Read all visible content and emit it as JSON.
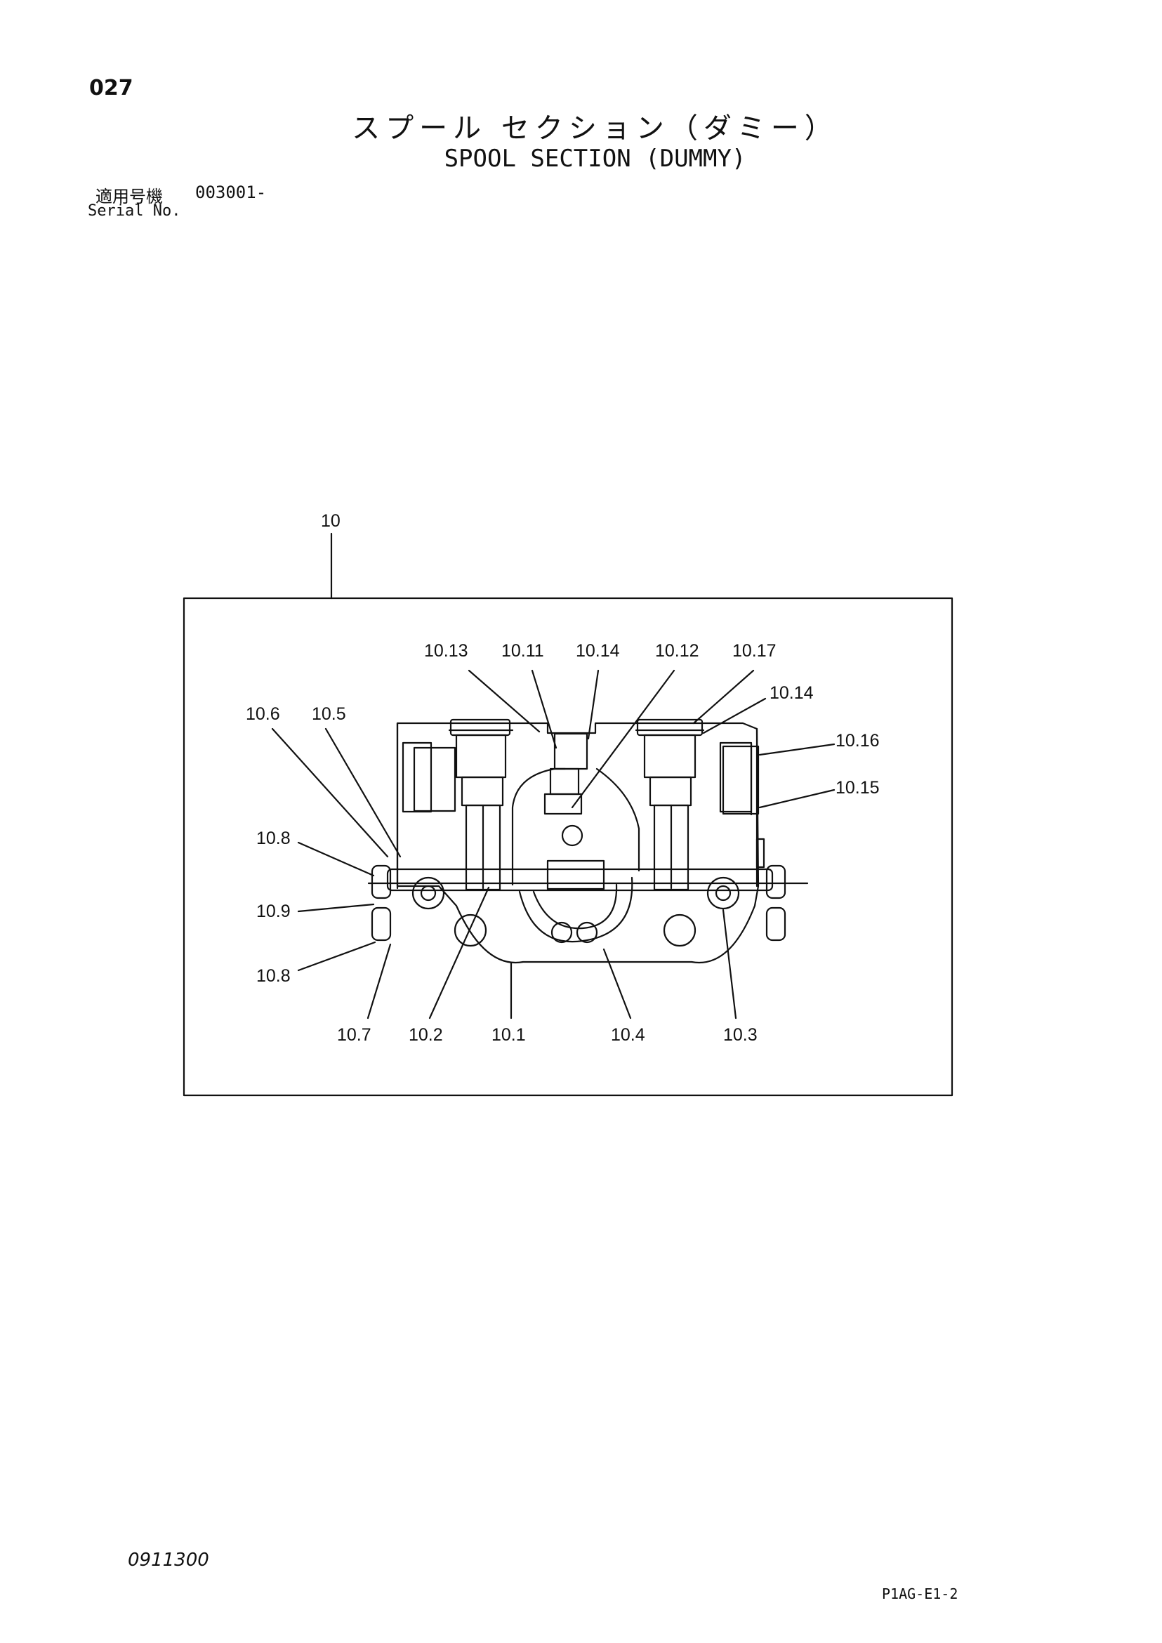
{
  "header": {
    "page_number": "027",
    "title_jp": "スプール セクション（ダミー）",
    "title_en": "SPOOL SECTION (DUMMY)",
    "serial_label_jp": "適用号機",
    "serial_value": "003001-",
    "serial_label_en": "Serial No."
  },
  "diagram": {
    "assembly_label": "10",
    "callouts": [
      "10.13",
      "10.11",
      "10.14",
      "10.12",
      "10.17",
      "10.14",
      "10.6",
      "10.5",
      "10.16",
      "10.15",
      "10.8",
      "10.9",
      "10.8",
      "10.7",
      "10.2",
      "10.1",
      "10.4",
      "10.3"
    ]
  },
  "footer": {
    "doc_code": "0911300",
    "sheet_code": "P1AG-E1-2"
  }
}
